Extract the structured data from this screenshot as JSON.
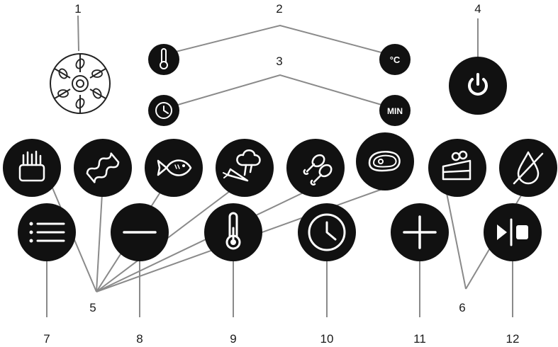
{
  "callouts": {
    "c1": "1",
    "c2": "2",
    "c3": "3",
    "c4": "4",
    "c5": "5",
    "c6": "6",
    "c7": "7",
    "c8": "8",
    "c9": "9",
    "c10": "10",
    "c11": "11",
    "c12": "12"
  },
  "indicators": {
    "celsius_label": "°C",
    "min_label": "MIN"
  },
  "icons": {
    "program_wheel": "program-wheel-icon",
    "temperature": "thermometer-icon",
    "time": "clock-icon",
    "power": "power-icon",
    "presets": [
      "fries-icon",
      "bacon-icon",
      "fish-icon",
      "vegetables-icon",
      "chicken-drumstick-icon",
      "steak-icon",
      "cake-icon",
      "dehydrate-icon"
    ],
    "controls": [
      "menu-icon",
      "minus-icon",
      "thermometer-icon",
      "clock-icon",
      "plus-icon",
      "start-pause-icon"
    ]
  },
  "colors": {
    "button": "#111111",
    "leader_line": "#8a8a8a",
    "glyph": "#ffffff",
    "text": "#1a1a1a"
  }
}
